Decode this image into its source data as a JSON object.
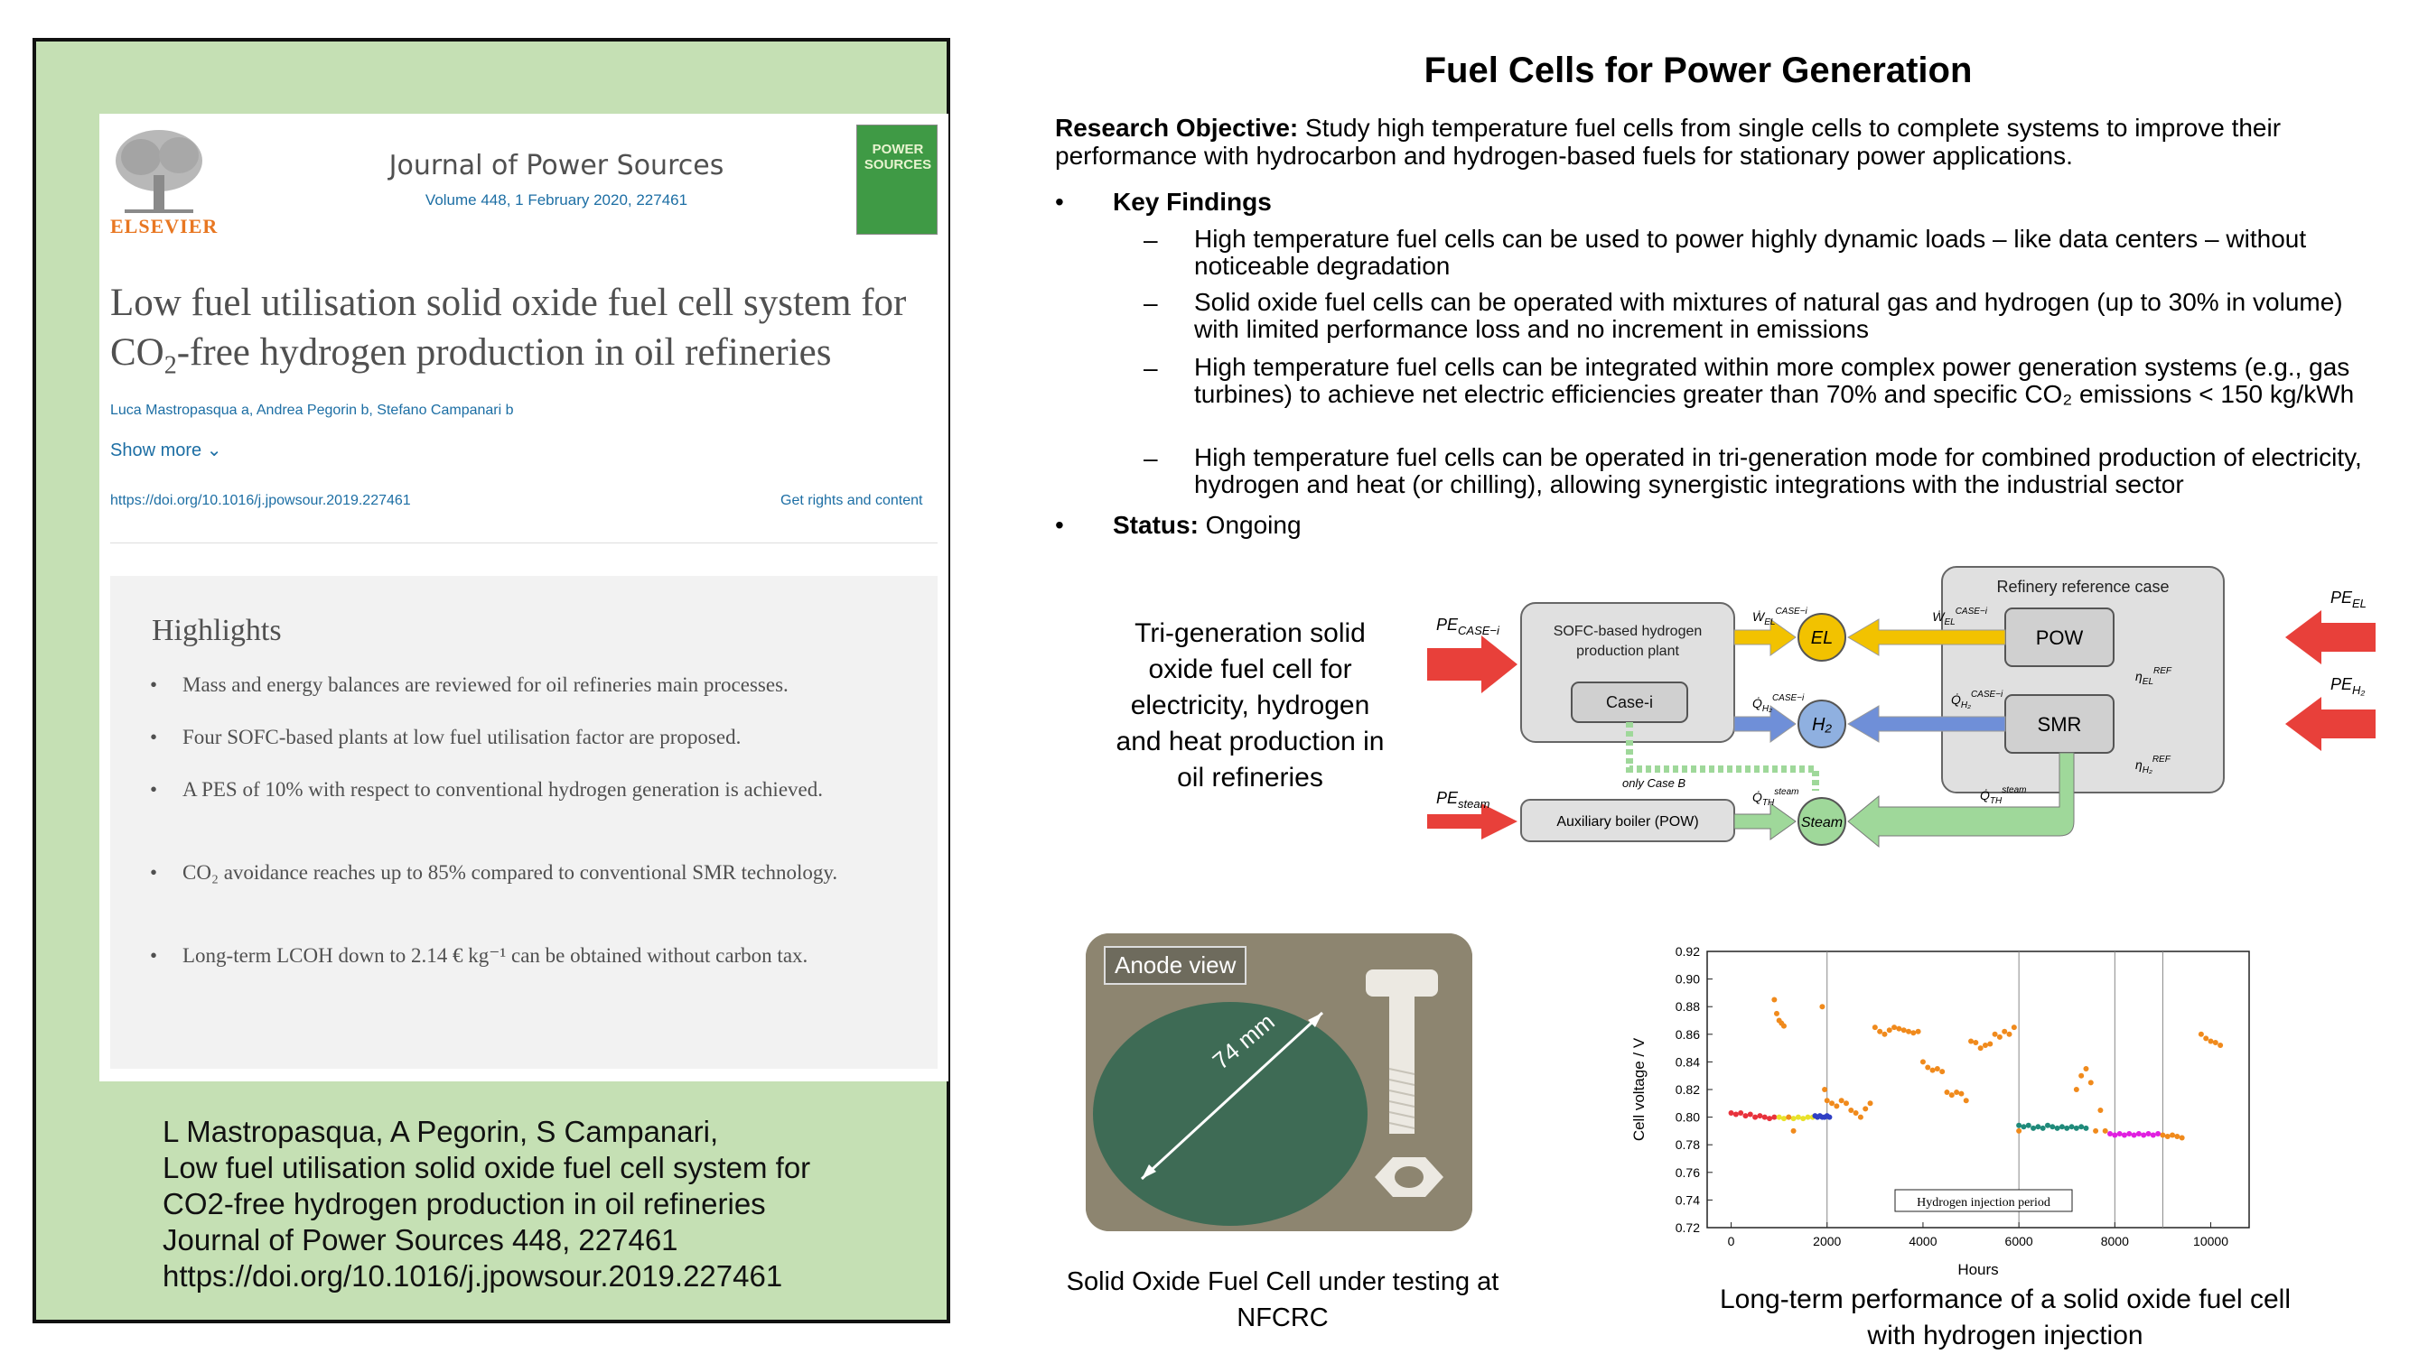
{
  "paper": {
    "publisher_wordmark": "ELSEVIER",
    "journal_name": "Journal of Power Sources",
    "volume_line": "Volume 448, 1 February 2020, 227461",
    "cover_text": "POWER SOURCES",
    "title_line1": "Low fuel utilisation solid oxide fuel cell system for",
    "title_line2_prefix": "CO",
    "title_line2_sub": "2",
    "title_line2_suffix": "-free hydrogen production in oil refineries",
    "authors": "Luca Mastropasqua a, Andrea Pegorin b, Stefano Campanari b",
    "show_more": "Show more",
    "doi": "https://doi.org/10.1016/j.jpowsour.2019.227461",
    "rights": "Get rights and content",
    "highlights_title": "Highlights",
    "highlights": [
      "Mass and energy balances are reviewed for oil refineries main processes.",
      "Four SOFC-based plants at low fuel utilisation factor are proposed.",
      "A PES of 10% with respect to conventional hydrogen generation is achieved.",
      "CO₂ avoidance reaches up to 85% compared to conventional SMR technology.",
      "Long-term LCOH down to 2.14 € kg⁻¹ can be obtained without carbon tax."
    ]
  },
  "citation": [
    "L Mastropasqua, A Pegorin, S Campanari,",
    "Low fuel utilisation solid oxide fuel cell system for",
    "CO2-free hydrogen production in oil refineries",
    "Journal of Power Sources 448, 227461",
    "https://doi.org/10.1016/j.jpowsour.2019.227461"
  ],
  "poster": {
    "title": "Fuel Cells for Power Generation",
    "objective_label": "Research Objective:",
    "objective_text": " Study high temperature fuel cells from single cells to complete systems to improve their performance with hydrocarbon and hydrogen-based fuels for stationary power applications.",
    "key_findings_label": "Key Findings",
    "findings": [
      "High temperature fuel cells can be used to power highly dynamic loads – like data centers – without noticeable degradation",
      "Solid oxide fuel cells can be operated with mixtures of natural gas and hydrogen (up to 30% in volume) with limited performance loss and no increment in emissions",
      "High temperature fuel cells can be integrated within more complex power generation systems (e.g., gas turbines) to achieve net electric efficiencies greater than 70% and specific CO₂ emissions < 150 kg/kWh",
      "High temperature fuel cells can be operated in tri-generation mode for combined production of electricity, hydrogen and heat (or chilling), allowing synergistic integrations with the industrial sector"
    ],
    "status_label": "Status:",
    "status_value": " Ongoing"
  },
  "diagram": {
    "caption": "Tri-generation solid oxide fuel cell for electricity, hydrogen and heat production in oil refineries",
    "sofc_box": "SOFC-based hydrogen production plant",
    "case_box": "Case-i",
    "aux_boiler": "Auxiliary boiler (POW)",
    "refinery_box": "Refinery reference case",
    "pow": "POW",
    "smr": "SMR",
    "el": "EL",
    "h2": "H₂",
    "steam": "Steam",
    "only_case_b": "only Case B",
    "pe_case": "PE_CASE-i",
    "pe_steam": "PE_steam",
    "pe_el": "PE_EL",
    "pe_h2": "PE_H₂",
    "w_el_case": "Ẇ_EL CASE-i",
    "w_el_case_right": "Ẇ_EL CASE-i",
    "q_h2_case": "Q̇_H₂ CASE-i",
    "q_h2_case_right": "Q̇_H₂ CASE-i",
    "q_th_steam": "Q̇_TH steam",
    "q_th_steam_right": "Q̇_TH steam",
    "eta_el": "η_EL REF",
    "eta_h2": "η_H₂ REF"
  },
  "photo": {
    "label": "Anode view",
    "dimension": "74 mm",
    "caption": "Solid Oxide Fuel Cell under testing at NFCRC"
  },
  "chart_data": {
    "type": "scatter",
    "xlabel": "Hours",
    "ylabel": "Cell voltage / V",
    "xlim": [
      -500,
      10800
    ],
    "ylim": [
      0.72,
      0.92
    ],
    "xticks": [
      0,
      2000,
      4000,
      6000,
      8000,
      10000
    ],
    "yticks": [
      0.72,
      0.74,
      0.76,
      0.78,
      0.8,
      0.82,
      0.84,
      0.86,
      0.88,
      0.9,
      0.92
    ],
    "annotation": "Hydrogen injection period",
    "vlines": [
      2000,
      6000,
      8000,
      9000
    ],
    "series": [
      {
        "color": "#e8323c",
        "x": [
          0,
          100,
          200,
          300,
          400,
          500,
          600,
          700,
          800,
          900
        ],
        "y": [
          0.803,
          0.802,
          0.803,
          0.801,
          0.802,
          0.8,
          0.801,
          0.8,
          0.799,
          0.8
        ]
      },
      {
        "color": "#e9e22a",
        "x": [
          1000,
          1100,
          1200,
          1300,
          1400,
          1500,
          1600,
          1700
        ],
        "y": [
          0.8,
          0.799,
          0.8,
          0.799,
          0.8,
          0.799,
          0.8,
          0.8
        ]
      },
      {
        "color": "#2f3fc4",
        "x": [
          1750,
          1800,
          1850,
          1900,
          1950,
          2000,
          2050
        ],
        "y": [
          0.801,
          0.8,
          0.801,
          0.8,
          0.8,
          0.801,
          0.8
        ]
      },
      {
        "color": "#f08a1c",
        "x": [
          900,
          950,
          1000,
          1050,
          1100,
          1200,
          1300,
          1900,
          1950,
          2000,
          2100,
          2200,
          2300,
          2400,
          2500,
          2600,
          2700,
          2800,
          2900,
          3000,
          3100,
          3200,
          3300,
          3400,
          3500,
          3600,
          3700,
          3800,
          3900,
          4000,
          4100,
          4200,
          4300,
          4400,
          4500,
          4600,
          4700,
          4800,
          4900,
          5000,
          5100,
          5200,
          5300,
          5400,
          5500,
          5600,
          5700,
          5800,
          5900,
          6000,
          7200,
          7300,
          7400,
          7500,
          7600,
          9800,
          9900,
          10000,
          10100,
          10200
        ],
        "y": [
          0.885,
          0.875,
          0.87,
          0.868,
          0.866,
          0.8,
          0.79,
          0.88,
          0.82,
          0.812,
          0.81,
          0.808,
          0.812,
          0.81,
          0.805,
          0.803,
          0.8,
          0.806,
          0.81,
          0.865,
          0.862,
          0.86,
          0.863,
          0.865,
          0.864,
          0.863,
          0.862,
          0.861,
          0.862,
          0.84,
          0.836,
          0.834,
          0.835,
          0.833,
          0.818,
          0.816,
          0.818,
          0.817,
          0.812,
          0.855,
          0.854,
          0.85,
          0.852,
          0.853,
          0.86,
          0.858,
          0.862,
          0.86,
          0.865,
          0.79,
          0.82,
          0.83,
          0.835,
          0.825,
          0.79,
          0.86,
          0.857,
          0.855,
          0.854,
          0.852
        ]
      },
      {
        "color": "#1f8a7a",
        "x": [
          6000,
          6100,
          6200,
          6300,
          6400,
          6500,
          6600,
          6700,
          6800,
          6900,
          7000,
          7100,
          7200,
          7300,
          7400
        ],
        "y": [
          0.794,
          0.793,
          0.794,
          0.792,
          0.793,
          0.792,
          0.794,
          0.793,
          0.792,
          0.793,
          0.792,
          0.793,
          0.792,
          0.793,
          0.792
        ]
      },
      {
        "color": "#e020e0",
        "x": [
          7900,
          8000,
          8100,
          8200,
          8300,
          8400,
          8500,
          8600,
          8700,
          8800,
          8900
        ],
        "y": [
          0.788,
          0.787,
          0.788,
          0.787,
          0.788,
          0.787,
          0.788,
          0.787,
          0.788,
          0.787,
          0.788
        ]
      },
      {
        "color": "#f08a1c",
        "x": [
          7700,
          7800,
          9000,
          9100,
          9200,
          9300,
          9400
        ],
        "y": [
          0.805,
          0.79,
          0.787,
          0.786,
          0.787,
          0.786,
          0.785
        ]
      }
    ],
    "caption": "Long-term performance of a solid oxide fuel cell with hydrogen injection"
  }
}
